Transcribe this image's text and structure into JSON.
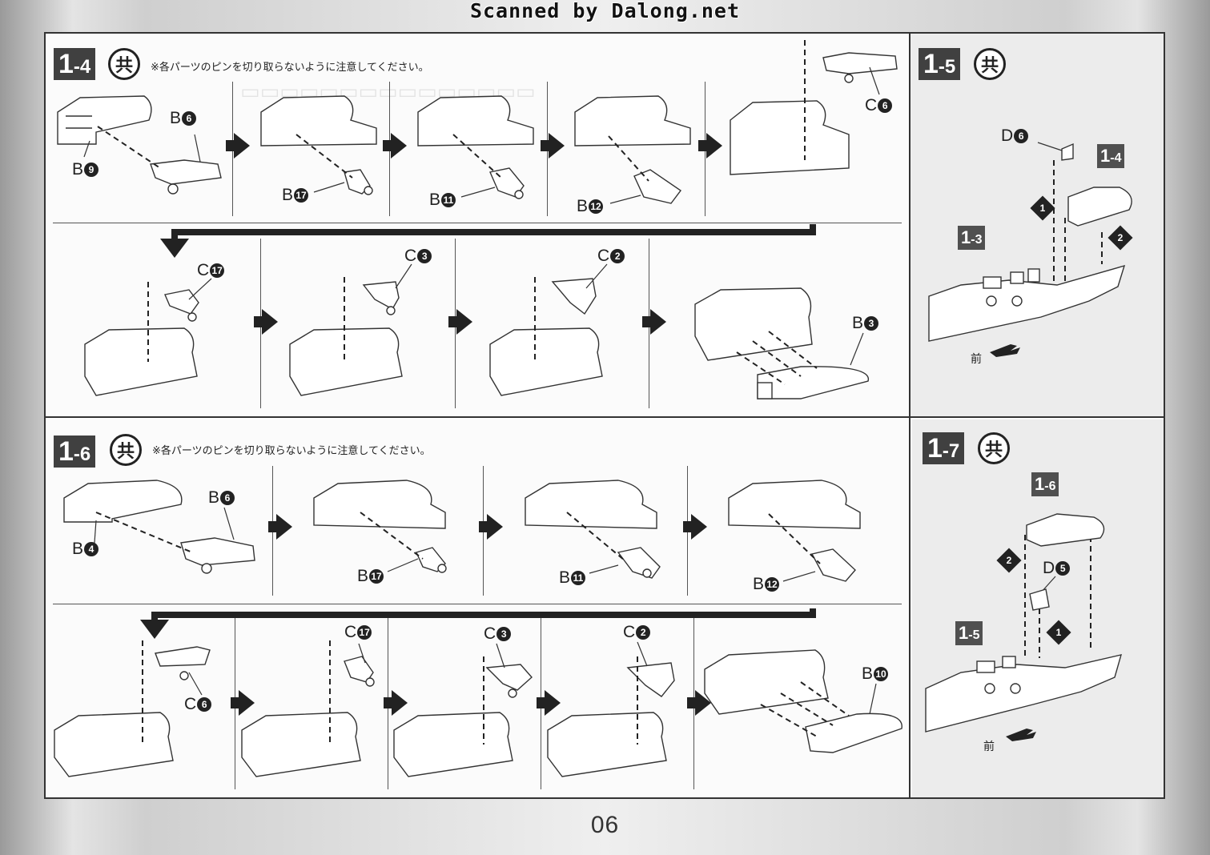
{
  "header": {
    "scan_credit": "Scanned by Dalong.net"
  },
  "footer": {
    "page_number": "06"
  },
  "common_mark": "共",
  "front_mark": "前",
  "note_pin": "※各パーツのピンを切り取らないように注意してください。",
  "steps": {
    "s1_4": {
      "major": "1",
      "minor": "-4"
    },
    "s1_5": {
      "major": "1",
      "minor": "-5"
    },
    "s1_6": {
      "major": "1",
      "minor": "-6"
    },
    "s1_7": {
      "major": "1",
      "minor": "-7"
    }
  },
  "part_labels": {
    "p14_b6": {
      "letter": "B",
      "num": "6"
    },
    "p14_b9": {
      "letter": "B",
      "num": "9"
    },
    "p14_b17": {
      "letter": "B",
      "num": "17"
    },
    "p14_b11": {
      "letter": "B",
      "num": "11"
    },
    "p14_b12": {
      "letter": "B",
      "num": "12"
    },
    "p14_c6": {
      "letter": "C",
      "num": "6"
    },
    "p14_c17": {
      "letter": "C",
      "num": "17"
    },
    "p14_c3": {
      "letter": "C",
      "num": "3"
    },
    "p14_c2": {
      "letter": "C",
      "num": "2"
    },
    "p14_b3": {
      "letter": "B",
      "num": "3"
    },
    "p15_d6": {
      "letter": "D",
      "num": "6"
    },
    "p16_b6": {
      "letter": "B",
      "num": "6"
    },
    "p16_b4": {
      "letter": "B",
      "num": "4"
    },
    "p16_b17": {
      "letter": "B",
      "num": "17"
    },
    "p16_b11": {
      "letter": "B",
      "num": "11"
    },
    "p16_b12": {
      "letter": "B",
      "num": "12"
    },
    "p16_c6": {
      "letter": "C",
      "num": "6"
    },
    "p16_c17": {
      "letter": "C",
      "num": "17"
    },
    "p16_c3": {
      "letter": "C",
      "num": "3"
    },
    "p16_c2": {
      "letter": "C",
      "num": "2"
    },
    "p16_b10": {
      "letter": "B",
      "num": "10"
    },
    "p17_d5": {
      "letter": "D",
      "num": "5"
    }
  },
  "sub_refs": {
    "r14": {
      "major": "1",
      "minor": "-4"
    },
    "r13": {
      "major": "1",
      "minor": "-3"
    },
    "r16": {
      "major": "1",
      "minor": "-6"
    },
    "r15": {
      "major": "1",
      "minor": "-5"
    }
  },
  "order_marks": {
    "first": "1",
    "second": "2"
  }
}
